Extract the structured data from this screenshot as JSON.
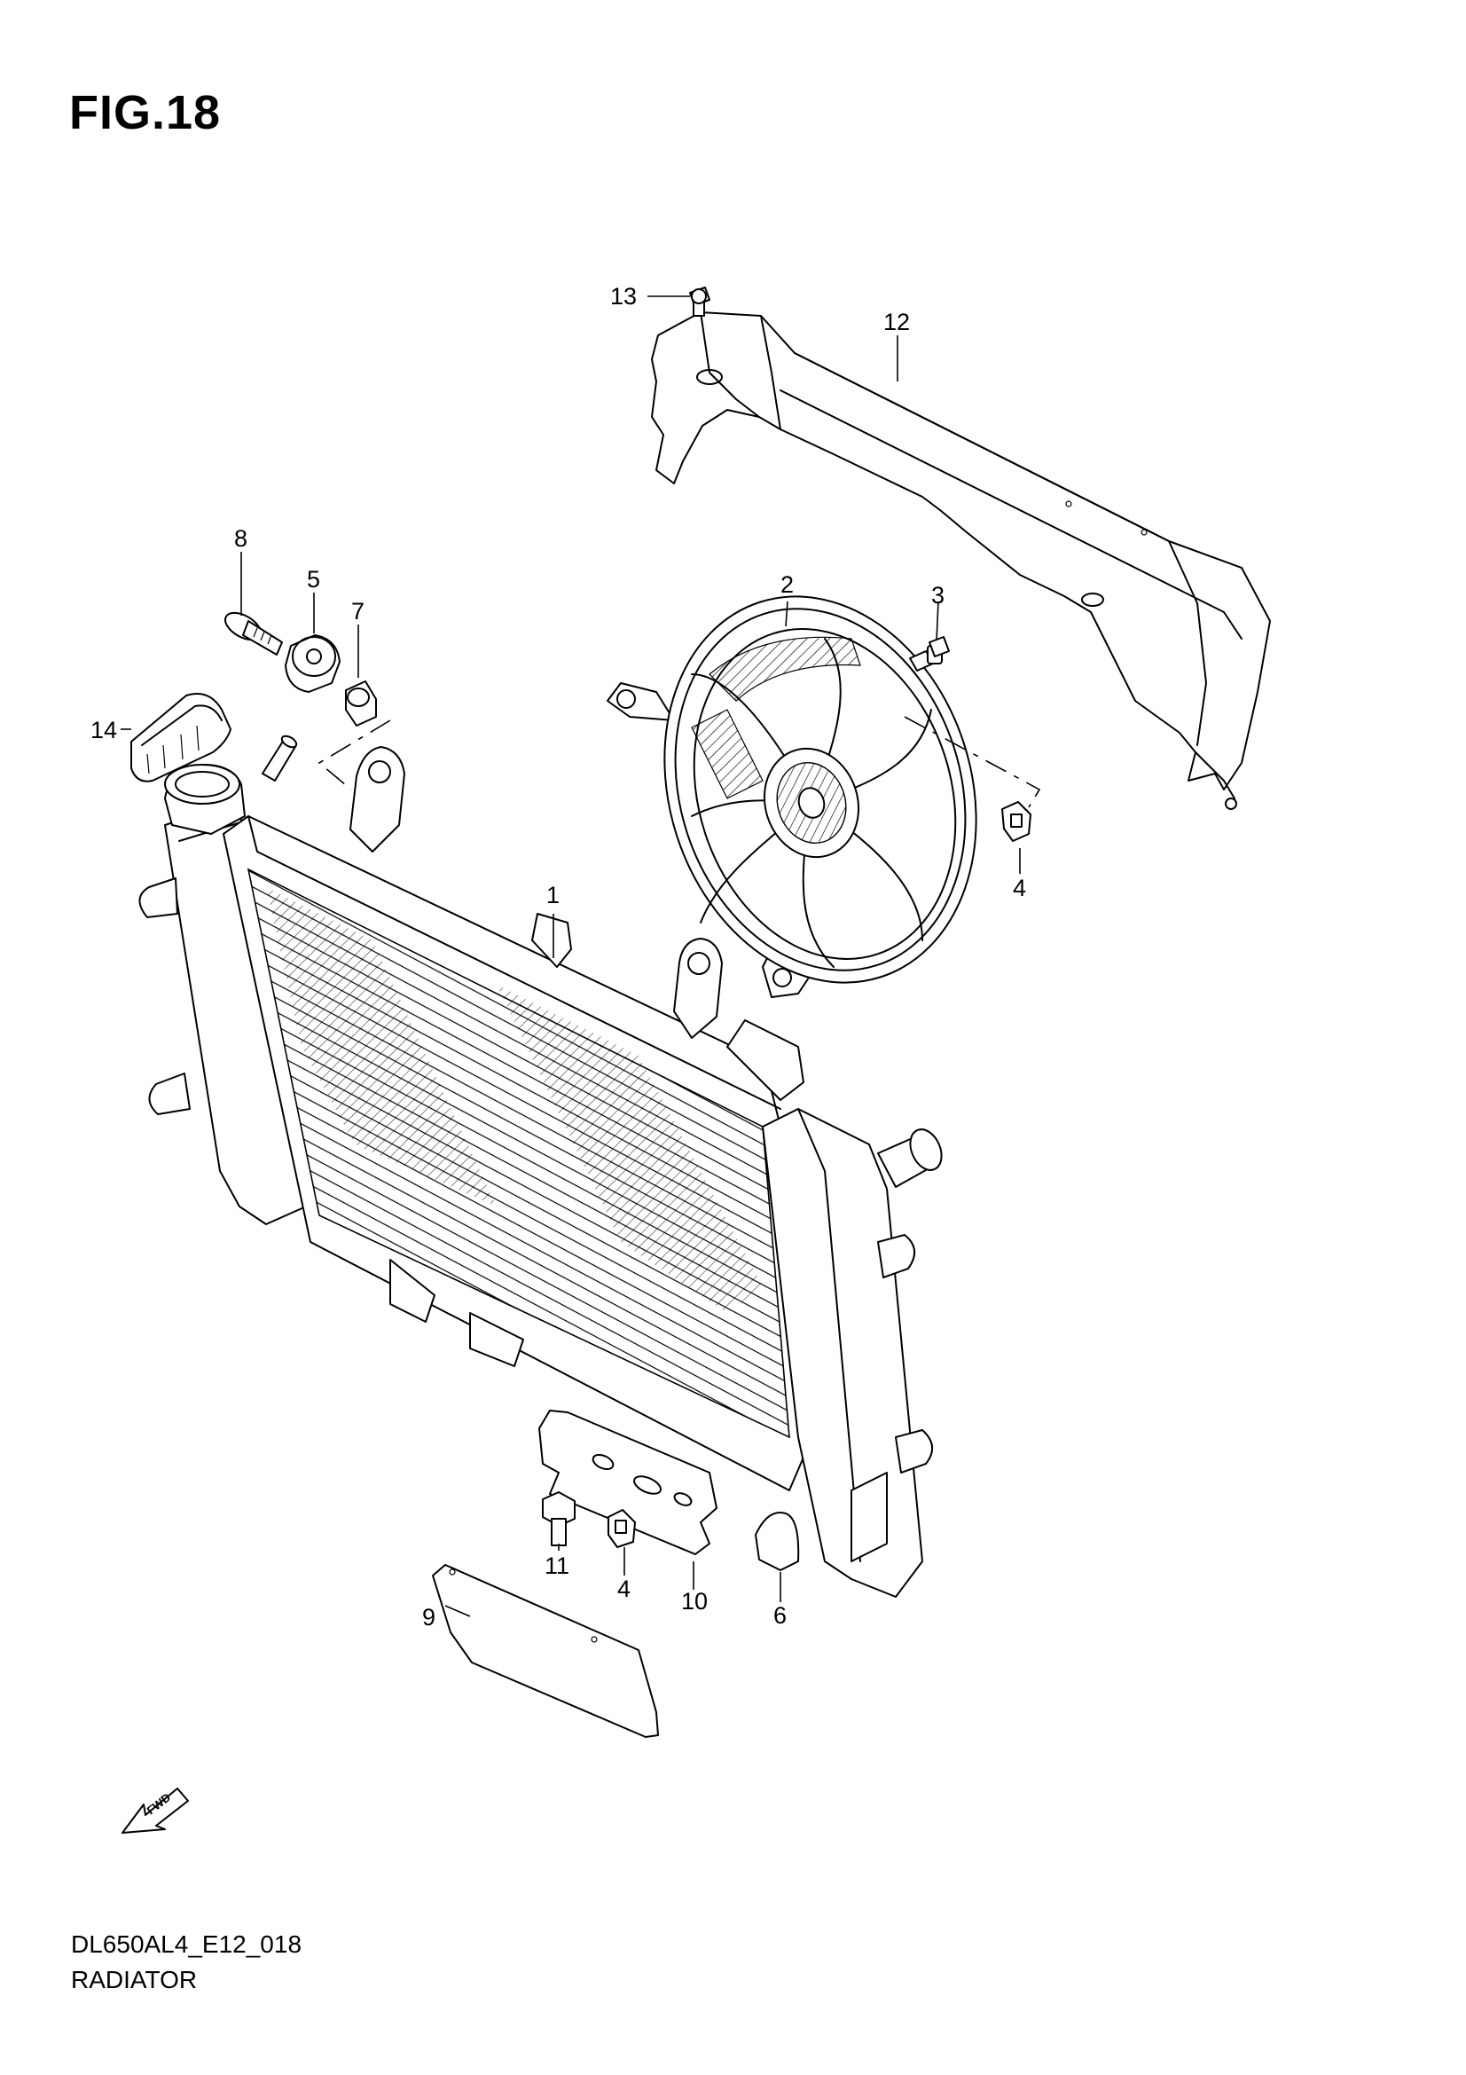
{
  "figure": {
    "title": "FIG.18",
    "model_code": "DL650AL4_E12_018",
    "name": "RADIATOR"
  },
  "fwd_arrow": {
    "label": "FWD",
    "icon": "forward-arrow-icon"
  },
  "callouts": [
    {
      "id": "c1",
      "label": "1"
    },
    {
      "id": "c2",
      "label": "2"
    },
    {
      "id": "c3",
      "label": "3"
    },
    {
      "id": "c4a",
      "label": "4"
    },
    {
      "id": "c4b",
      "label": "4"
    },
    {
      "id": "c5",
      "label": "5"
    },
    {
      "id": "c6",
      "label": "6"
    },
    {
      "id": "c7",
      "label": "7"
    },
    {
      "id": "c8",
      "label": "8"
    },
    {
      "id": "c9",
      "label": "9"
    },
    {
      "id": "c10",
      "label": "10"
    },
    {
      "id": "c11",
      "label": "11"
    },
    {
      "id": "c12",
      "label": "12"
    },
    {
      "id": "c13",
      "label": "13"
    },
    {
      "id": "c14",
      "label": "14"
    }
  ]
}
